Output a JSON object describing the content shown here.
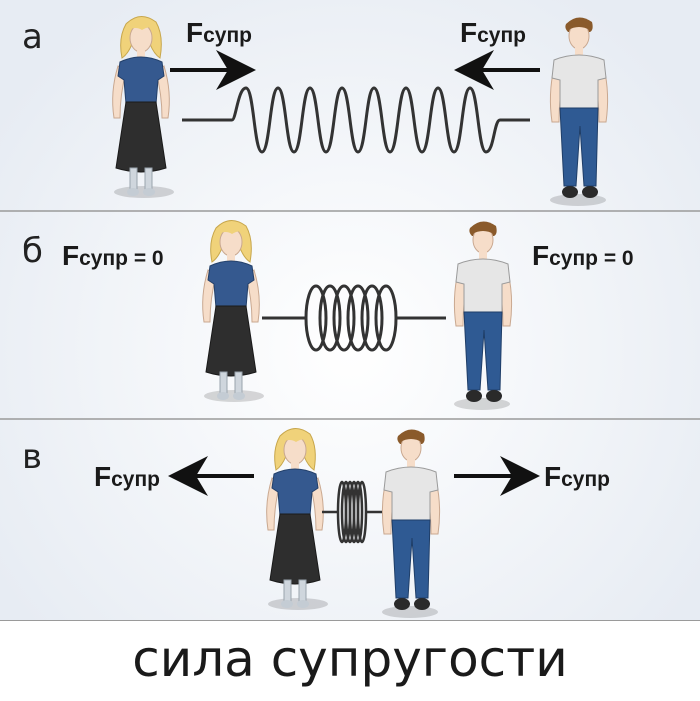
{
  "panels": [
    {
      "letter": "а",
      "left_label": {
        "main": "F",
        "sub": "супр",
        "suffix": ""
      },
      "right_label": {
        "main": "F",
        "sub": "супр",
        "suffix": ""
      },
      "spring_state": "stretched",
      "force_direction": "toward-each-other"
    },
    {
      "letter": "б",
      "left_label": {
        "main": "F",
        "sub": "супр",
        "suffix": " = 0"
      },
      "right_label": {
        "main": "F",
        "sub": "супр",
        "suffix": " = 0"
      },
      "spring_state": "relaxed",
      "force_direction": "none"
    },
    {
      "letter": "в",
      "left_label": {
        "main": "F",
        "sub": "супр",
        "suffix": ""
      },
      "right_label": {
        "main": "F",
        "sub": "супр",
        "suffix": ""
      },
      "spring_state": "compressed",
      "force_direction": "away-from-each-other"
    }
  ],
  "caption": "сила супругости",
  "colors": {
    "background": "#eef2f7",
    "divider": "#9a9a9a",
    "woman_hair": "#f0d27a",
    "woman_top": "#35598f",
    "woman_skirt": "#2e2e2e",
    "skin": "#f6ddc9",
    "man_hair": "#8a5a2b",
    "man_shirt": "#e6e6e6",
    "man_jeans": "#2f5a93",
    "spring": "#333333",
    "arrow": "#111111"
  }
}
